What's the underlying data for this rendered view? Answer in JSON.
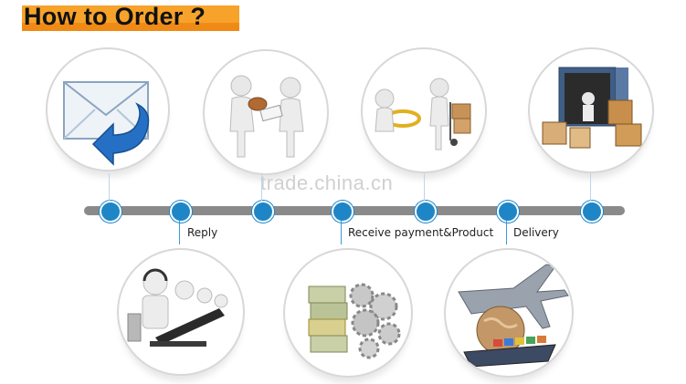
{
  "title": "How to Order ?",
  "watermark": "trade.china.cn",
  "steps": {
    "reply": "Reply",
    "receive": "Receive payment&Product",
    "delivery": "Delivery"
  },
  "colors": {
    "title_bar": "#f7a22a",
    "timeline": "#8a8a8a",
    "dot": "#1e86c6"
  },
  "illustrations": [
    "envelope-reply-icon",
    "handshake-figures-icon",
    "delivery-figures-icon",
    "warehouse-boxes-icon",
    "call-center-icon",
    "money-gears-icon",
    "airplane-globe-ship-icon"
  ]
}
